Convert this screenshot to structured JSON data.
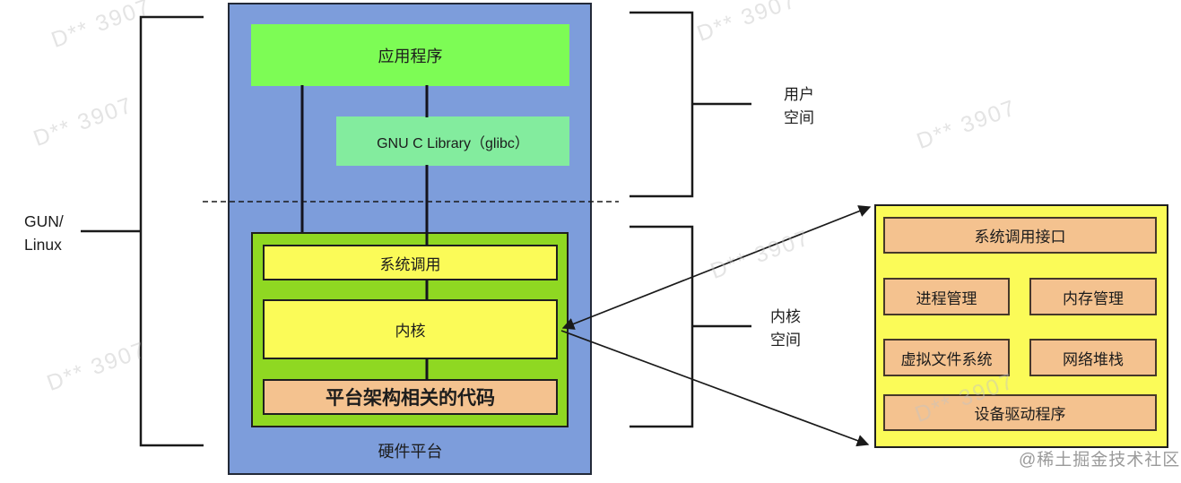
{
  "left_label": {
    "line1": "GUN/",
    "line2": "Linux"
  },
  "system_box": {
    "app_label": "应用程序",
    "glibc_label": "GNU C Library（glibc）",
    "syscall_label": "系统调用",
    "kernel_label": "内核",
    "arch_label": "平台架构相关的代码",
    "hardware_label": "硬件平台"
  },
  "space_labels": {
    "user_line1": "用户",
    "user_line2": "空间",
    "kernel_line1": "内核",
    "kernel_line2": "空间"
  },
  "kernel_panel": {
    "boxes": [
      "系统调用接口",
      "进程管理",
      "内存管理",
      "虚拟文件系统",
      "网络堆栈",
      "设备驱动程序"
    ]
  },
  "watermark": {
    "text": "D** 3907"
  },
  "credit": "@稀土掘金技术社区",
  "colors": {
    "system_bg": "#7D9DDB",
    "app_green": "#7DFC55",
    "glibc_mint": "#83EC9E",
    "kernel_container_green": "#8FD822",
    "box_yellow": "#FBFB58",
    "box_orange": "#F4C28F",
    "line_black": "#1a1a1a"
  }
}
